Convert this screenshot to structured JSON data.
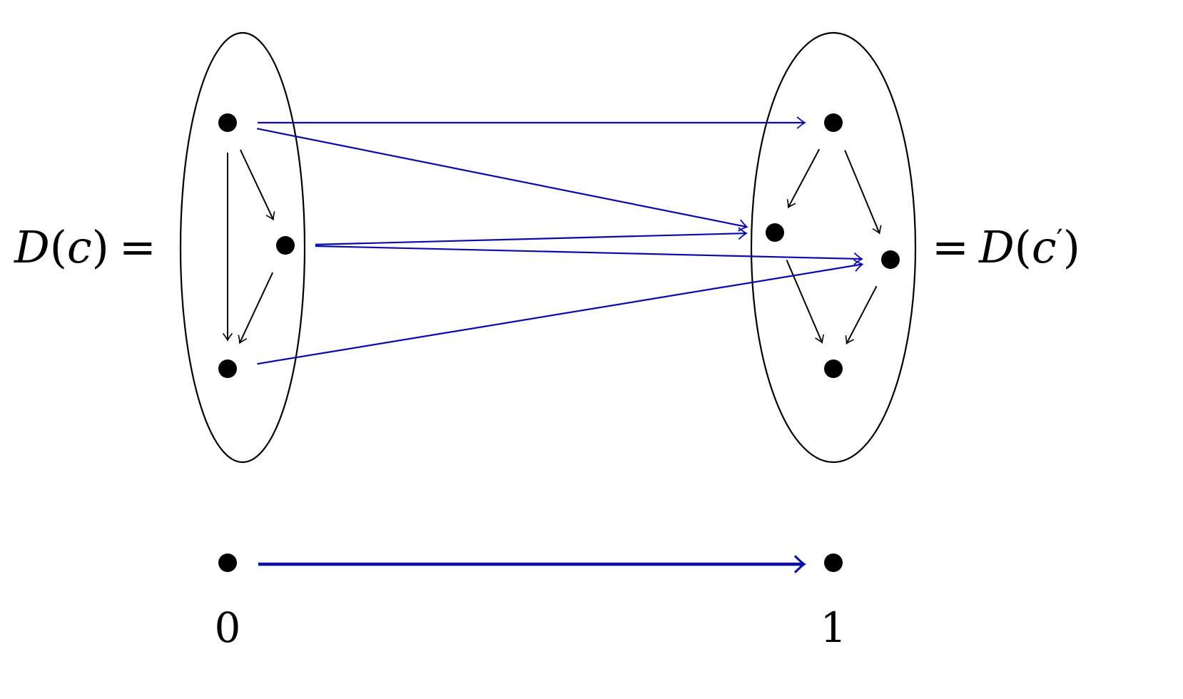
{
  "diagram": {
    "left_label": {
      "lhs": "D",
      "open": "(",
      "var": "c",
      "close": ")",
      "eq": "="
    },
    "right_label": {
      "eq": "=",
      "lhs": "D",
      "open": "(",
      "var": "c",
      "prime": "′",
      "close": ")"
    },
    "bottom_labels": {
      "source": "0",
      "target": "1"
    },
    "colors": {
      "functor_arrows": "#0a0aa8",
      "internal_arrows": "#000000",
      "nodes": "#000000"
    },
    "left_category": {
      "name": "D(c)",
      "nodes": [
        "a",
        "b",
        "c"
      ],
      "arrows": [
        {
          "from": "a",
          "to": "b"
        },
        {
          "from": "b",
          "to": "c"
        },
        {
          "from": "a",
          "to": "c"
        }
      ]
    },
    "right_category": {
      "name": "D(c')",
      "nodes": [
        "p",
        "q",
        "r",
        "s"
      ],
      "arrows": [
        {
          "from": "p",
          "to": "q"
        },
        {
          "from": "p",
          "to": "r"
        },
        {
          "from": "q",
          "to": "s"
        },
        {
          "from": "r",
          "to": "s"
        }
      ]
    },
    "mapping_arrows": [
      {
        "from": "a",
        "to": "p"
      },
      {
        "from": "a",
        "to": "q"
      },
      {
        "from": "b",
        "to": "q"
      },
      {
        "from": "b",
        "to": "r"
      },
      {
        "from": "c",
        "to": "r"
      }
    ],
    "base_arrow": {
      "from": "0",
      "to": "1"
    }
  }
}
